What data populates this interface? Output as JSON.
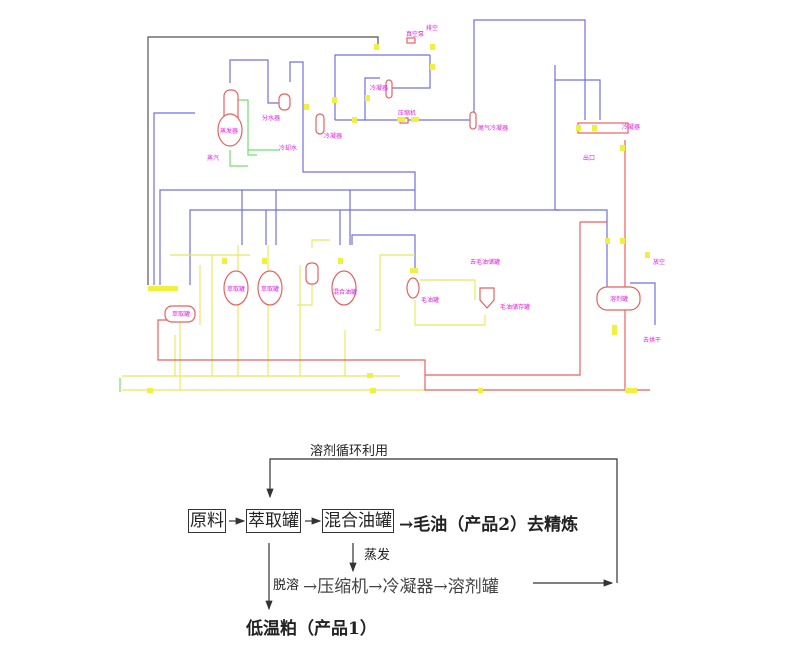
{
  "pid": {
    "labels": {
      "vent": "排空",
      "vacuum_pump": "真空泵",
      "condenser1": "冷凝器",
      "water_separator": "分水器",
      "evaporator": "蒸发器",
      "steam": "蒸汽",
      "cooling_water_out": "冷却水",
      "condenser2": "冷凝器",
      "compressor": "压缩机",
      "exhaust_condenser": "尾气冷凝器",
      "main_condenser": "冷凝器",
      "outlet": "出口",
      "extractor": "萃取罐",
      "tank1": "萃取罐",
      "tank2": "萃取罐",
      "mix_tank": "混合油罐",
      "crude_oil_tank": "毛油罐",
      "to_crude_oil": "去毛油储罐",
      "crude_oil_storage": "毛油储存罐",
      "solvent_tank": "溶剂罐",
      "vent2": "放空",
      "to_dryer": "去烘干"
    },
    "colors": {
      "solvent_line": "#7070e0",
      "steam_line": "#f0f070",
      "water_line": "#70e070",
      "product_line": "#e86060",
      "frame_line": "#555555",
      "label": "#e020e0"
    }
  },
  "flowchart": {
    "recycle_label": "溶剂循环利用",
    "raw_material": "原料",
    "extraction_tank": "萃取罐",
    "mixed_oil_tank": "混合油罐",
    "crude_oil_output": "→毛油（产品2）去精炼",
    "evaporation": "蒸发",
    "desolventizing": "脱溶",
    "solvent_chain": "→压缩机→冷凝器→溶剂罐",
    "low_temp_meal": "低温粕（产品1）"
  }
}
